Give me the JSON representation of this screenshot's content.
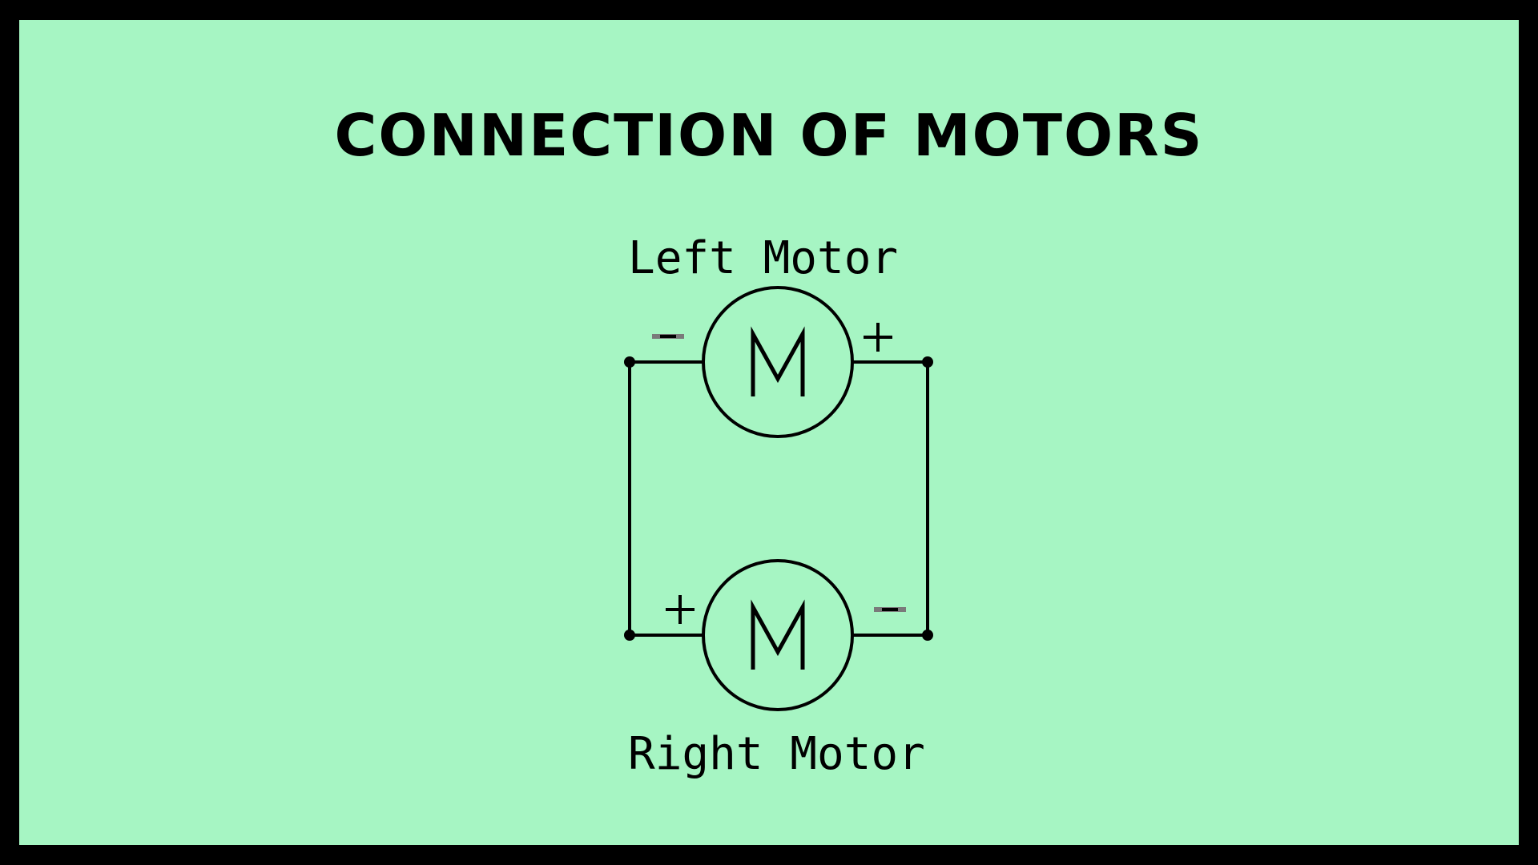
{
  "title": "CONNECTION OF MOTORS",
  "left_motor": {
    "label": "Left Motor",
    "symbol": "M",
    "terminal_left": "−",
    "terminal_right": "+"
  },
  "right_motor": {
    "label": "Right Motor",
    "symbol": "M",
    "terminal_left": "+",
    "terminal_right": "−"
  },
  "colors": {
    "background": "#a6f5c3",
    "border": "#000000",
    "ink": "#000000",
    "minus_marker": "#7a7a7a"
  }
}
